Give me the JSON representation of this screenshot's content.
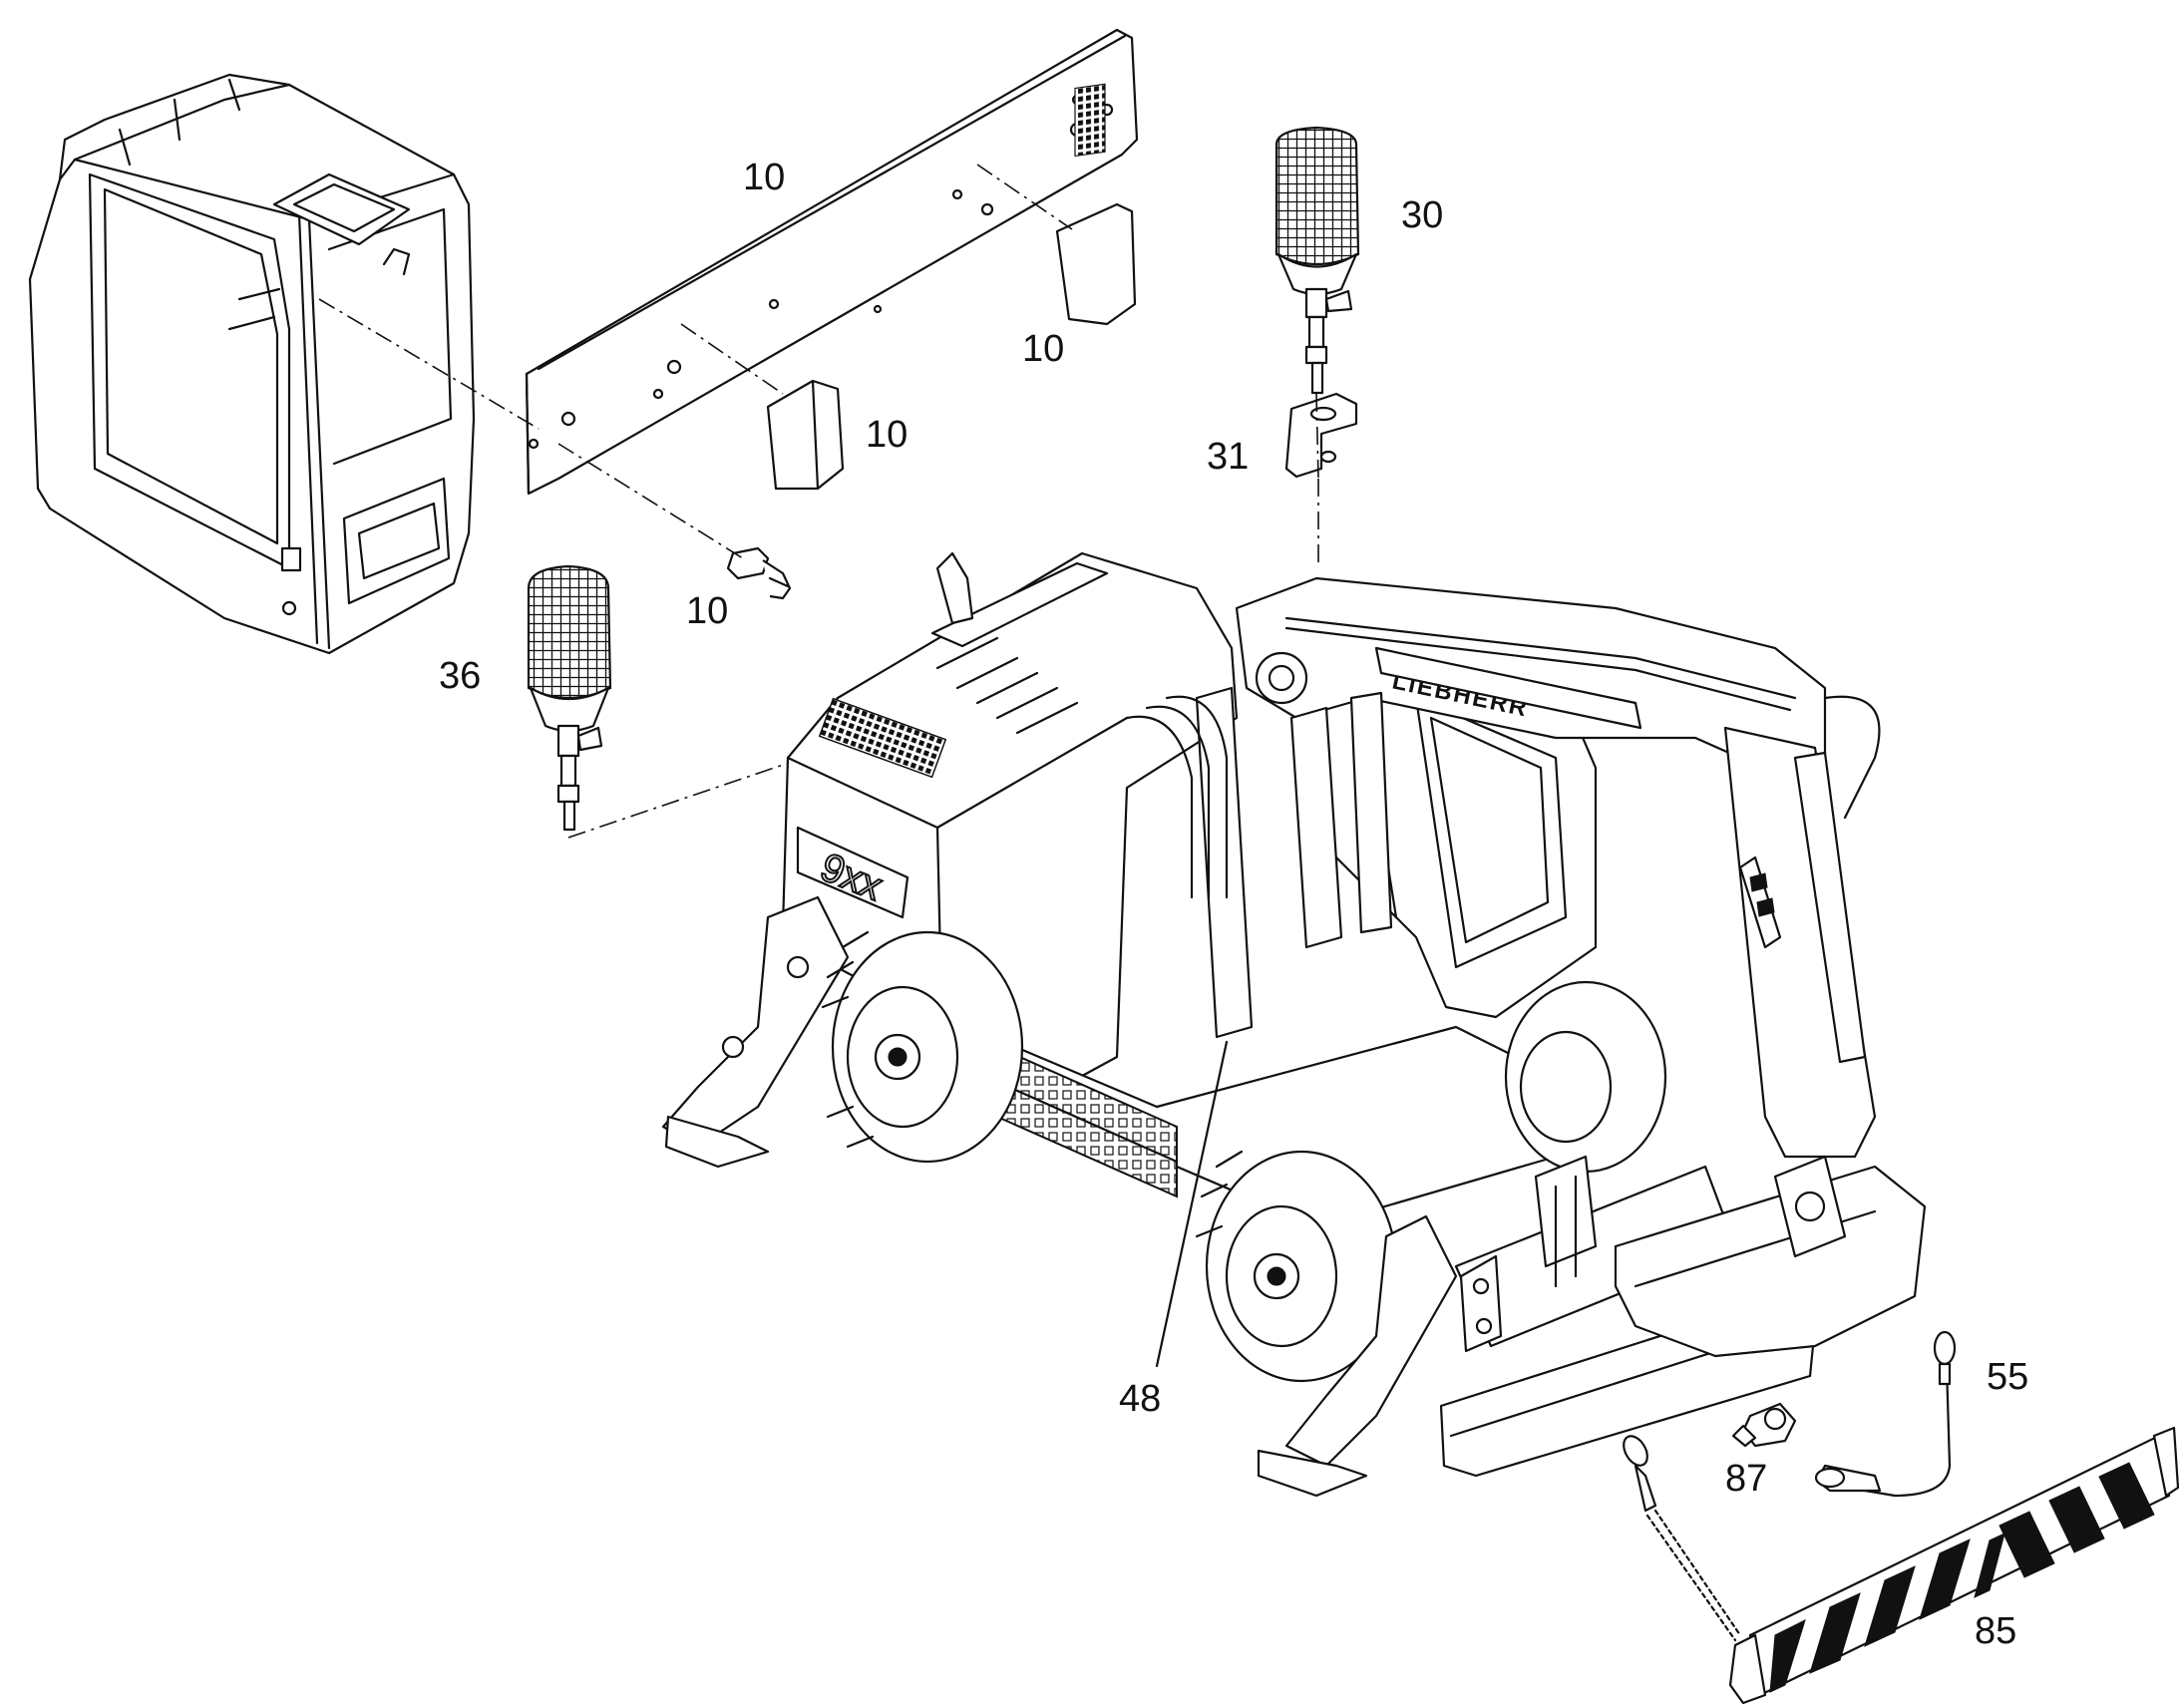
{
  "figure": {
    "brand_text": "LIEBHERR",
    "model_text": "9xx"
  },
  "callouts": [
    {
      "id": "label-10-panel",
      "text": "10"
    },
    {
      "id": "label-10-cover-right",
      "text": "10"
    },
    {
      "id": "label-10-cover-left",
      "text": "10"
    },
    {
      "id": "label-10-bolt",
      "text": "10"
    },
    {
      "id": "label-30",
      "text": "30"
    },
    {
      "id": "label-31",
      "text": "31"
    },
    {
      "id": "label-36",
      "text": "36"
    },
    {
      "id": "label-48",
      "text": "48"
    },
    {
      "id": "label-55",
      "text": "55"
    },
    {
      "id": "label-87",
      "text": "87"
    },
    {
      "id": "label-85",
      "text": "85"
    }
  ]
}
